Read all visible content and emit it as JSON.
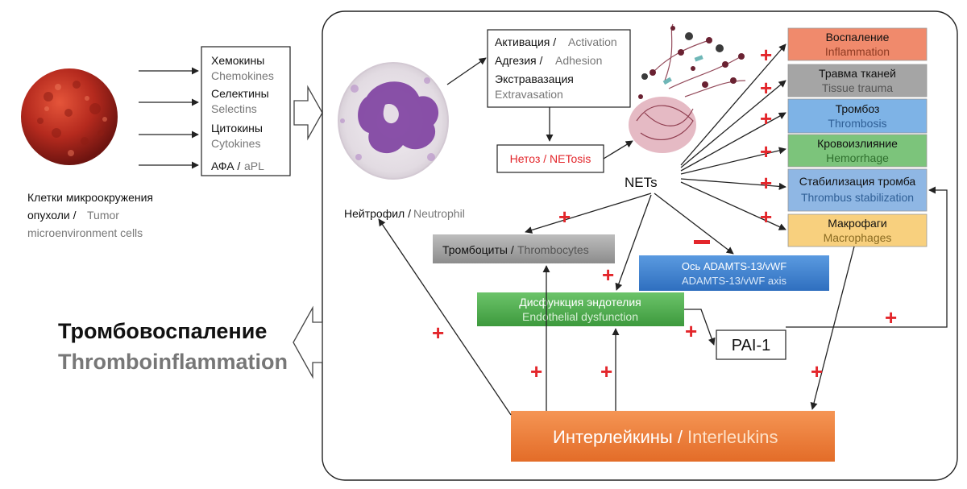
{
  "tumor_cells": {
    "label_ru": "Клетки микроокружения",
    "label_ru2": "опухоли /",
    "label_en": "Tumor",
    "label_en2": "microenvironment cells"
  },
  "signals": [
    {
      "ru": "Хемокины",
      "en": "Chemokines"
    },
    {
      "ru": "Селектины",
      "en": "Selectins"
    },
    {
      "ru": "Цитокины",
      "en": "Cytokines"
    },
    {
      "ru": "АФА /",
      "en": "aPL"
    }
  ],
  "main_label": {
    "ru": "Тромбовоспаление",
    "en": "Thromboinflammation"
  },
  "neutrophil": {
    "ru": "Нейтрофил /",
    "en": "Neutrophil"
  },
  "activation_box": [
    {
      "ru": "Активация /",
      "en": "Activation"
    },
    {
      "ru": "Адгезия /",
      "en": "Adhesion"
    },
    {
      "ru": "Экстравазация",
      "en": "Extravasation"
    }
  ],
  "netosis": "Нетоз / NETosis",
  "nets": "NETs",
  "outcomes": [
    {
      "ru": "Воспаление",
      "en": "Inflammation",
      "color": "#f0876a"
    },
    {
      "ru": "Травма тканей",
      "en": "Tissue trauma",
      "color": "#a9a9a9"
    },
    {
      "ru": "Тромбоз",
      "en": "Thrombosis",
      "color": "#7fb2e5"
    },
    {
      "ru": "Кровоизлияние",
      "en": "Hemorrhage",
      "color": "#7bc47a"
    },
    {
      "ru": "Стабилизация тромба",
      "en": "Thrombus stabilization",
      "color": "#8fb6e3"
    },
    {
      "ru": "Макрофаги",
      "en": "Macrophages",
      "color": "#f7cf7e"
    }
  ],
  "thrombocytes": {
    "ru": "Тромбоциты /",
    "en": "Thrombocytes"
  },
  "adamts": {
    "ru": "Ось ADAMTS-13/vWF",
    "en": "ADAMTS-13/vWF axis"
  },
  "endothelial": {
    "ru": "Дисфункция эндотелия",
    "en": "Endothelial dysfunction"
  },
  "pai": "PAI-1",
  "interleukins": {
    "ru": "Интерлейкины /",
    "en": "Interleukins"
  },
  "colors": {
    "plus": "#e3262b",
    "interleukins": "#f07f3c",
    "endothelial": "#4caf50",
    "adamts": "#3b7fcf",
    "thrombocytes": "#9c9c9c"
  }
}
